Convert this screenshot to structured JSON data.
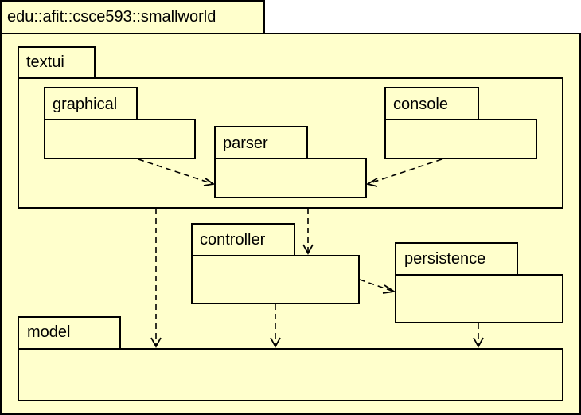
{
  "colors": {
    "package_fill": "#ffffcc",
    "outline": "#000000"
  },
  "packages": {
    "root": "edu::afit::csce593::smallworld",
    "textui": "textui",
    "graphical": "graphical",
    "console": "console",
    "parser": "parser",
    "controller": "controller",
    "persistence": "persistence",
    "model": "model"
  },
  "dependencies": [
    {
      "from": "graphical",
      "to": "parser"
    },
    {
      "from": "console",
      "to": "parser"
    },
    {
      "from": "textui",
      "to": "controller"
    },
    {
      "from": "textui",
      "to": "model"
    },
    {
      "from": "controller",
      "to": "persistence"
    },
    {
      "from": "controller",
      "to": "model"
    },
    {
      "from": "persistence",
      "to": "model"
    }
  ]
}
